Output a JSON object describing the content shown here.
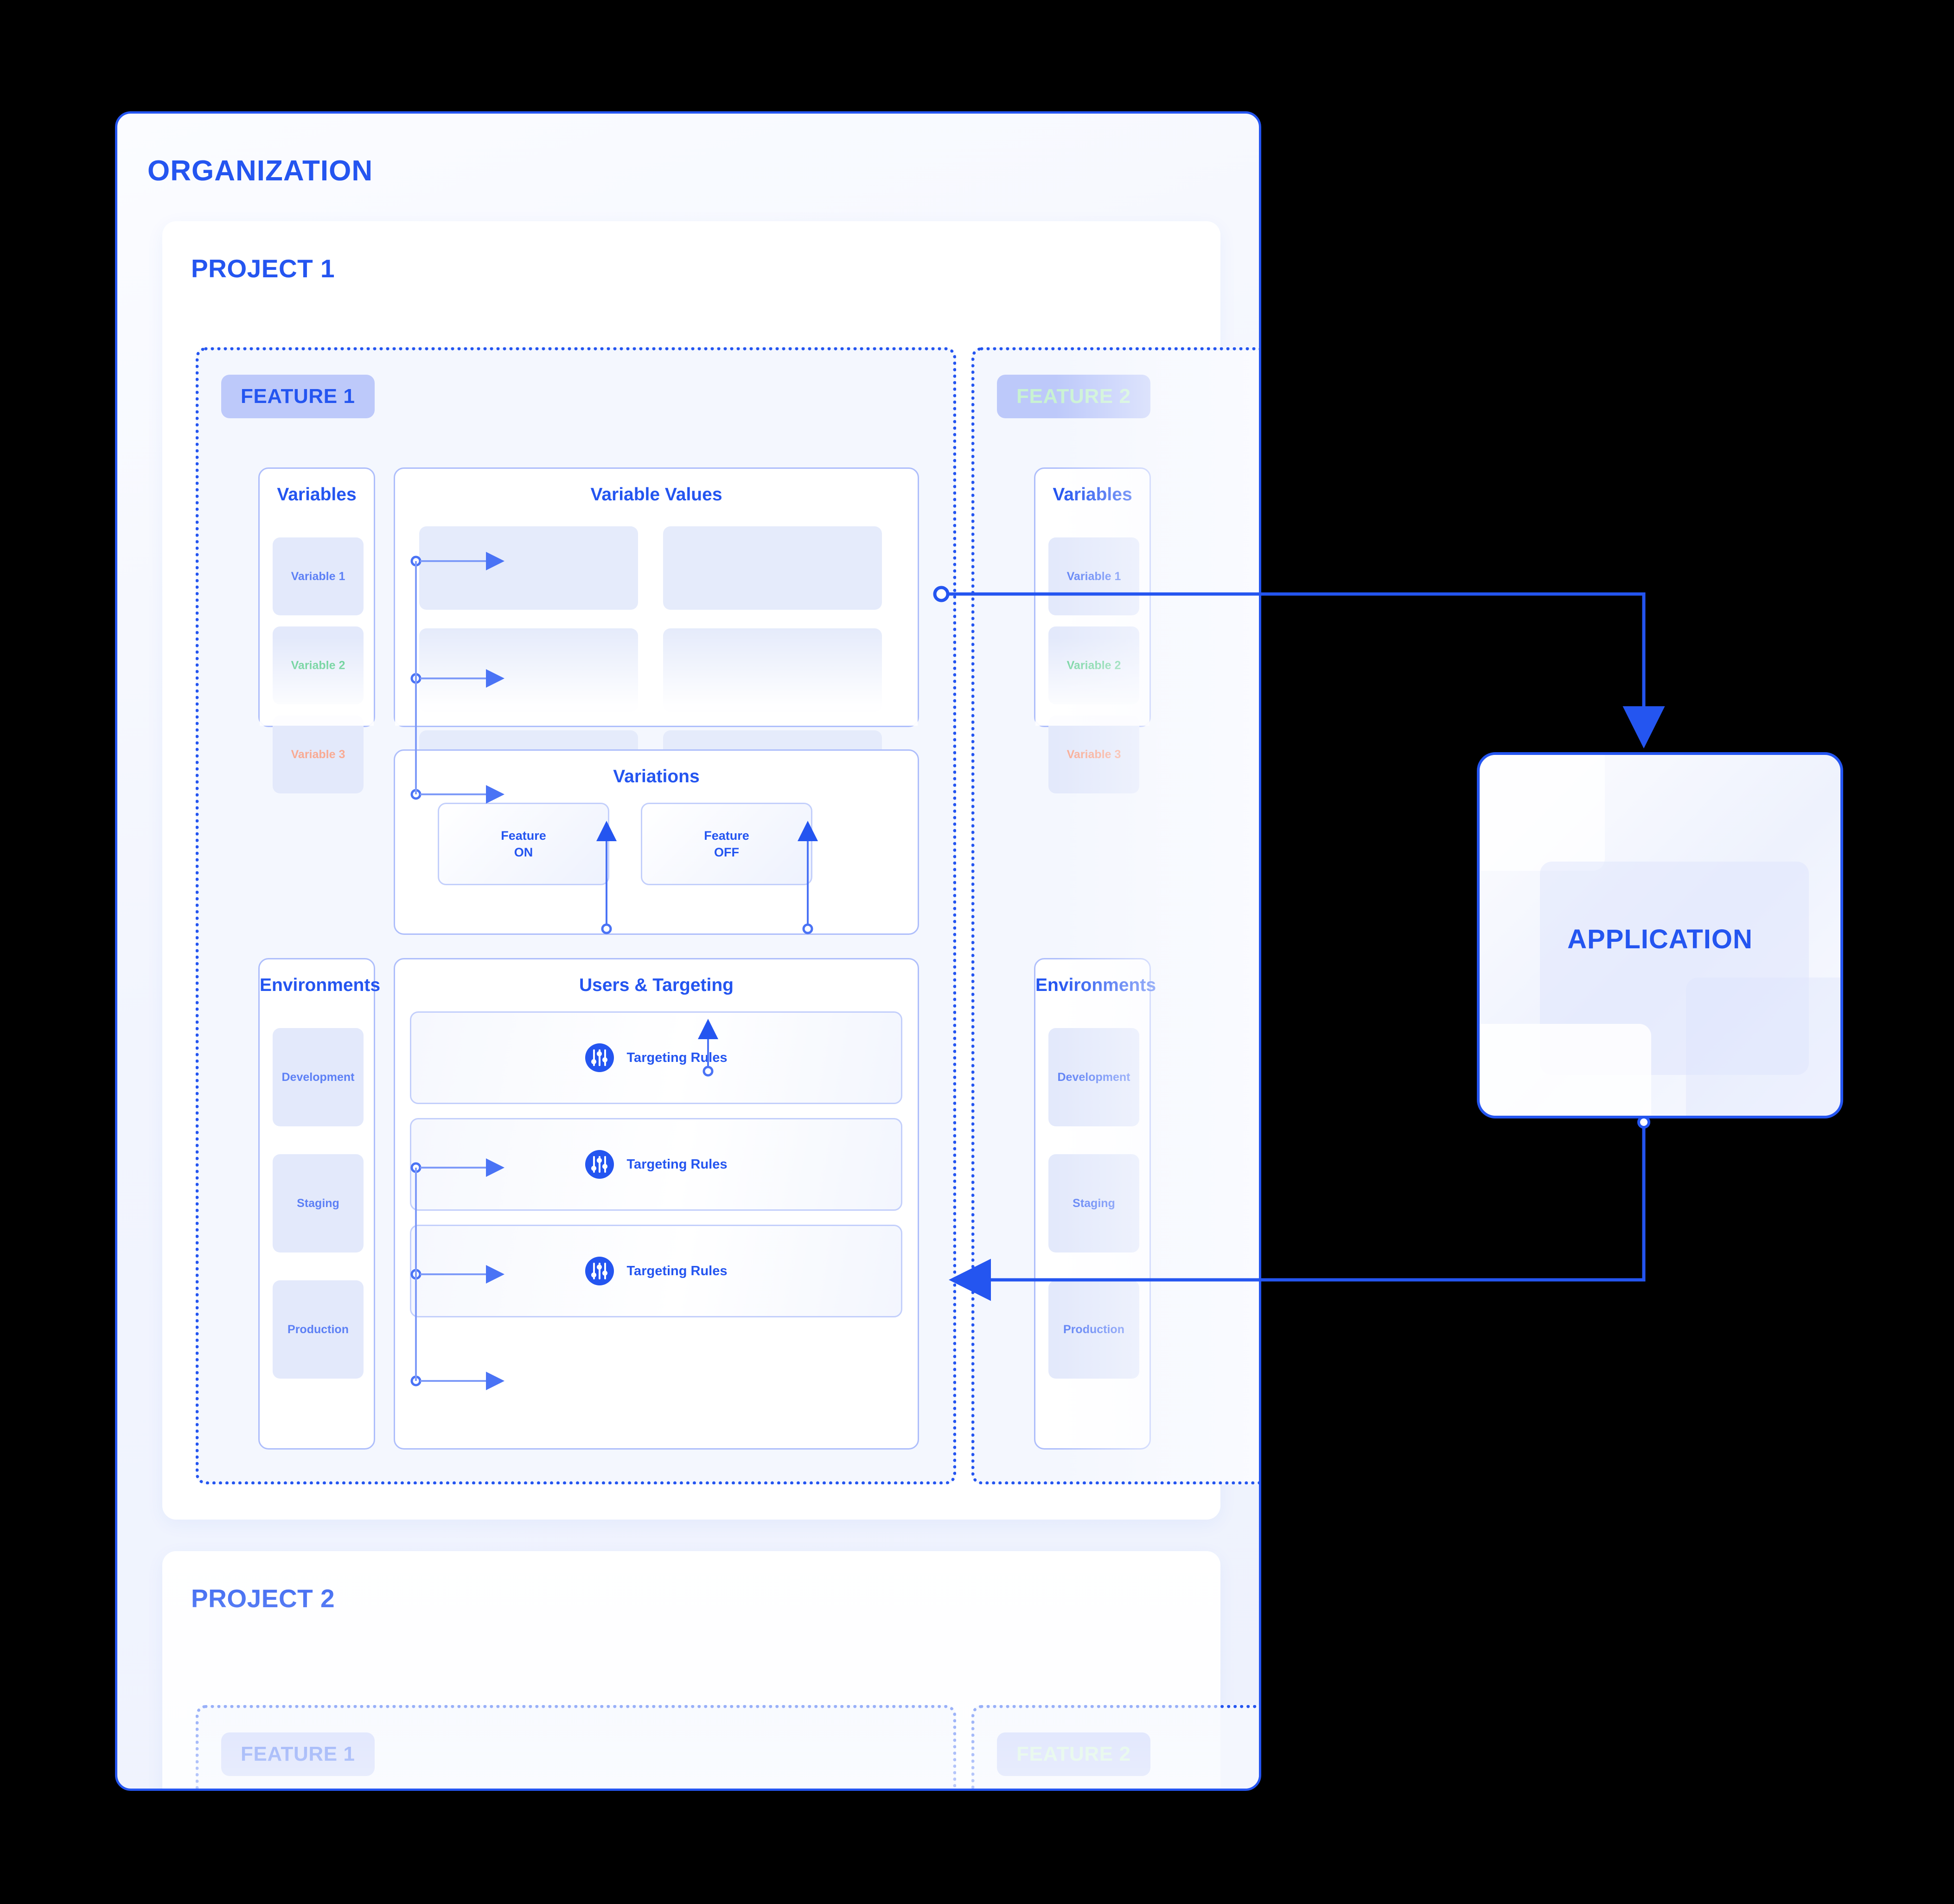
{
  "organization": {
    "title": "ORGANIZATION"
  },
  "projects": [
    {
      "title": "PROJECT 1"
    },
    {
      "title": "PROJECT 2"
    }
  ],
  "features": {
    "feature1_badge": "FEATURE 1",
    "feature2_badge": "FEATURE 2",
    "p2_feature1_badge": "FEATURE 1",
    "p2_feature2_badge": "FEATURE 2"
  },
  "panels": {
    "variables_title": "Variables",
    "variable_values_title": "Variable Values",
    "variations_title": "Variations",
    "environments_title": "Environments",
    "users_targeting_title": "Users & Targeting"
  },
  "variables": [
    {
      "label": "Variable 1",
      "color": "#5d80f5"
    },
    {
      "label": "Variable 2",
      "color": "#2fbf71"
    },
    {
      "label": "Variable 3",
      "color": "#f9aa93"
    }
  ],
  "variations": [
    {
      "line1": "Feature",
      "line2": "ON"
    },
    {
      "line1": "Feature",
      "line2": "OFF"
    }
  ],
  "environments": [
    {
      "label": "Development"
    },
    {
      "label": "Staging"
    },
    {
      "label": "Production"
    }
  ],
  "targeting_rows": [
    {
      "label": "Targeting Rules",
      "icon": "sliders-icon"
    },
    {
      "label": "Targeting Rules",
      "icon": "sliders-icon"
    },
    {
      "label": "Targeting Rules",
      "icon": "sliders-icon"
    }
  ],
  "application": {
    "title": "APPLICATION"
  },
  "colors": {
    "accent_blue": "#2455f0",
    "chip_bg": "#e3e9fb",
    "badge_bg": "#bdc9fa",
    "value_cell_bg": "#e5ebfb",
    "variable2_green": "#2fbf71",
    "variable3_salmon": "#f9aa93",
    "panel_border": "#aebefb",
    "page_bg": "#000000"
  }
}
